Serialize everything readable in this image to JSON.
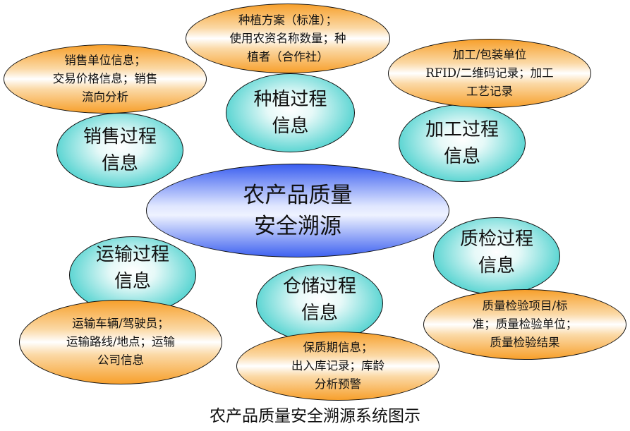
{
  "center": {
    "line1": "农产品质量",
    "line2": "安全溯源"
  },
  "nodes": [
    {
      "id": "sales",
      "title1": "销售过程",
      "title2": "信息",
      "details": [
        "销售单位信息；",
        "交易价格信息；销售",
        "流向分析"
      ]
    },
    {
      "id": "planting",
      "title1": "种植过程",
      "title2": "信息",
      "details": [
        "种植方案（标准）；",
        "使用农资名称数量；种",
        "植者（合作社）"
      ]
    },
    {
      "id": "processing",
      "title1": "加工过程",
      "title2": "信息",
      "details": [
        "加工/包装单位",
        "RFID/二维码记录；加工",
        "工艺记录"
      ]
    },
    {
      "id": "transport",
      "title1": "运输过程",
      "title2": "信息",
      "details": [
        "运输车辆/驾驶员；",
        "运输路线/地点；运输",
        "公司信息"
      ]
    },
    {
      "id": "storage",
      "title1": "仓储过程",
      "title2": "信息",
      "details": [
        "保质期信息；",
        "出入库记录；库龄",
        "分析预警"
      ]
    },
    {
      "id": "inspection",
      "title1": "质检过程",
      "title2": "信息",
      "details": [
        "质量检验项目/标",
        "准；质量检验单位；",
        "质量检验结果"
      ]
    }
  ],
  "caption": "农产品质量安全溯源系统图示",
  "colors": {
    "orange": "#f7a02c",
    "cyan": "#3cc6c4",
    "blue": "#3a5ef0"
  }
}
